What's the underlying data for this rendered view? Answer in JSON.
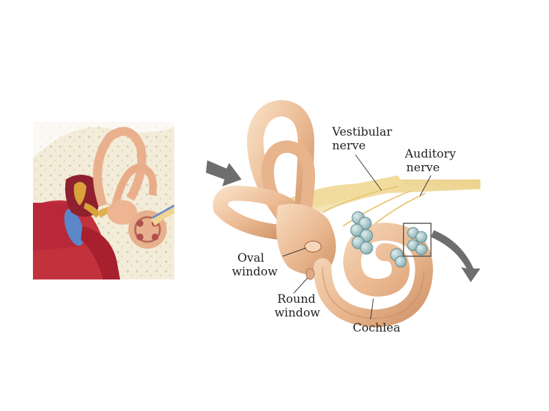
{
  "labels": {
    "vestibular_line1": "Vestibular",
    "vestibular_line2": "nerve",
    "auditory_line1": "Auditory",
    "auditory_line2": "nerve",
    "oval_line1": "Oval",
    "oval_line2": "window",
    "round_line1": "Round",
    "round_line2": "window",
    "cochlea": "Cochlea"
  },
  "icons": {
    "pointer_in": "arrow-right-icon",
    "pointer_out": "arrow-down-right-icon"
  },
  "colors": {
    "labyrinth": "#efc7a0",
    "labyrinth_shade": "#d49c72",
    "nerve": "#f3dfa3",
    "cochlear_cells": "#a9c7c9",
    "arrow": "#6e6e6e",
    "bone": "#f2ebd8",
    "tissue_red": "#b8323a"
  }
}
